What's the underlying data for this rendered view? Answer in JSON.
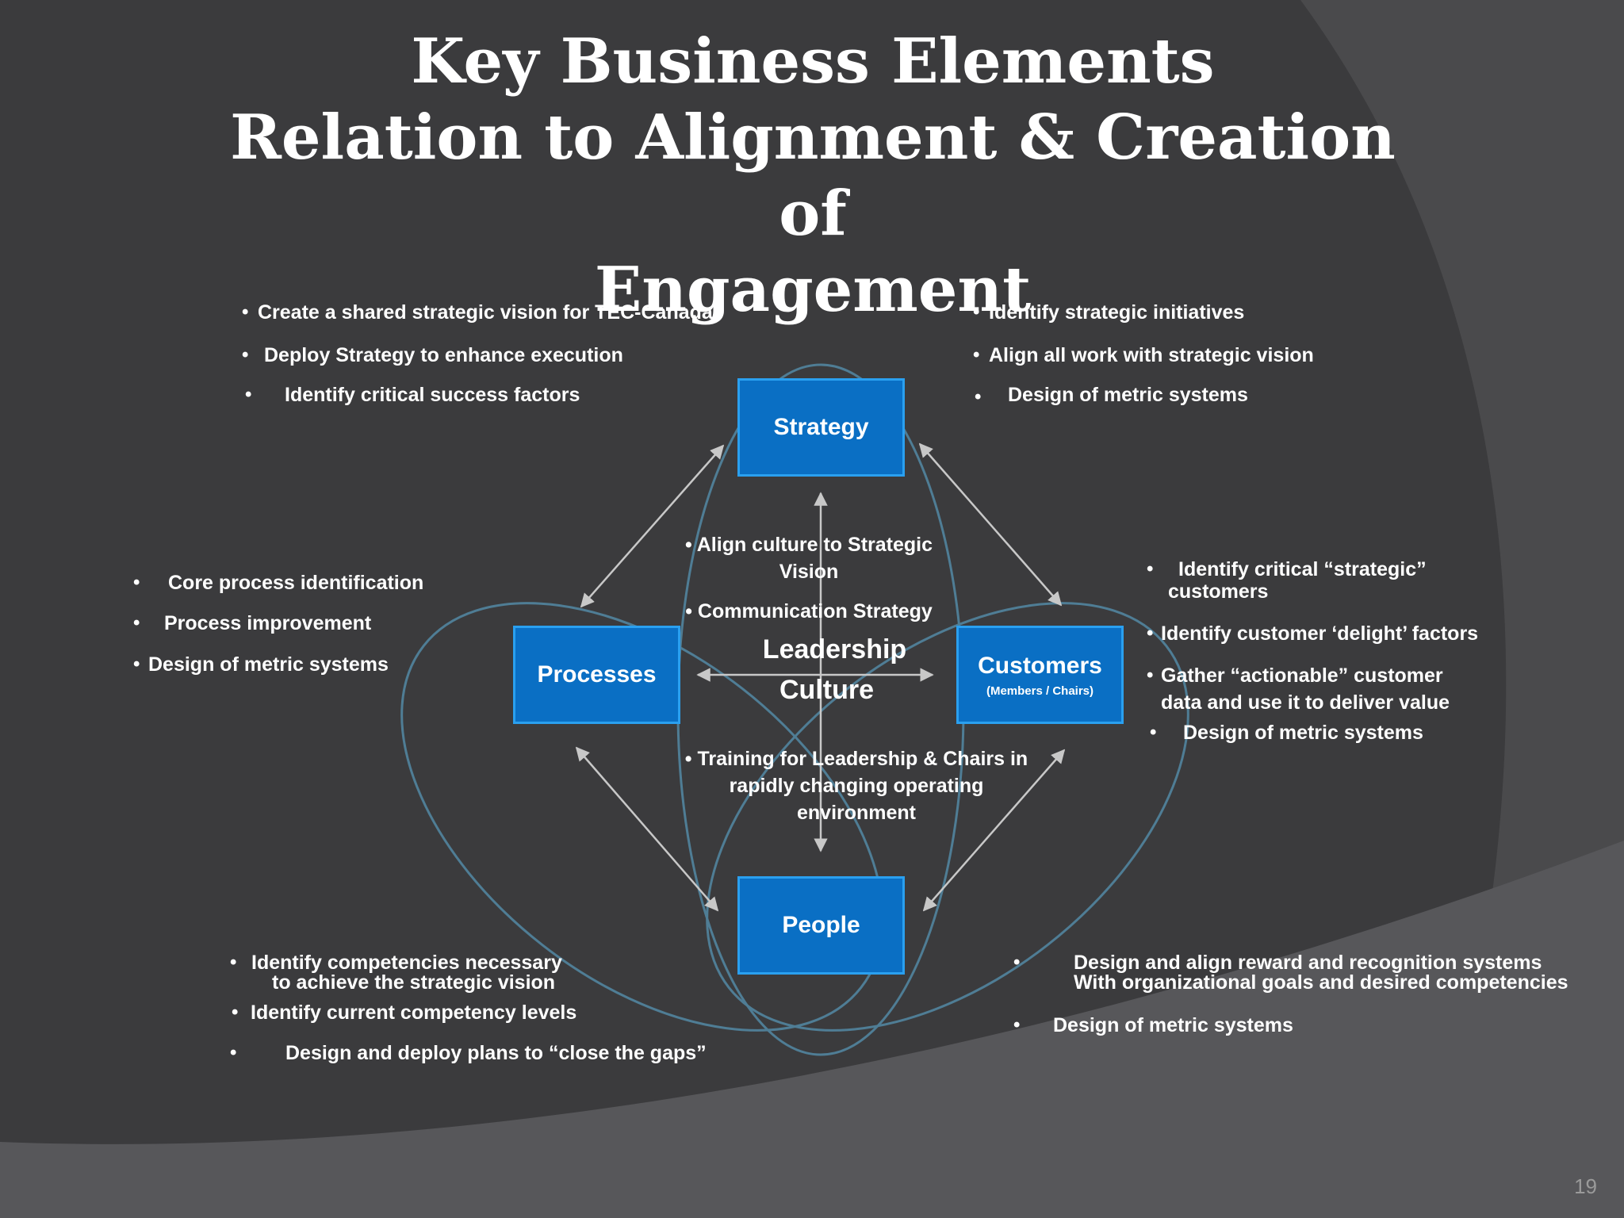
{
  "slide": {
    "title_lines": [
      "Key Business Elements",
      "Relation to Alignment & Creation of",
      "Engagement"
    ],
    "page_number": "19"
  },
  "nodes": {
    "strategy": "Strategy",
    "processes": "Processes",
    "customers": "Customers",
    "customers_sub": "(Members / Chairs)",
    "people": "People"
  },
  "center": {
    "leadership": "Leadership",
    "culture": "Culture",
    "item_1_line_1": "Align culture to Strategic",
    "item_1_line_2": "Vision",
    "item_2": "Communication Strategy",
    "item_3_line_1": "Training for Leadership & Chairs in",
    "item_3_line_2": "rapidly changing operating",
    "item_3_line_3": "environment"
  },
  "strategy_left": [
    "Create a shared strategic vision for TEC-Canada",
    "Deploy Strategy to enhance execution",
    "Identify critical success factors"
  ],
  "strategy_right": [
    "Identify strategic initiatives",
    "Align all work with strategic vision",
    "Design of metric systems"
  ],
  "processes_list": [
    "Core process identification",
    "Process improvement",
    "Design of metric systems"
  ],
  "customers_list": {
    "item_1_line_1": "Identify critical “strategic”",
    "item_1_line_2": "customers",
    "item_2": "Identify customer ‘delight’ factors",
    "item_3_line_1": "Gather “actionable” customer",
    "item_3_line_2": "data and use it to deliver value",
    "item_4": "Design of metric systems"
  },
  "people_left": {
    "item_1_line_1": "Identify competencies necessary",
    "item_1_line_2": "to achieve the strategic vision",
    "item_2": "Identify current competency levels",
    "item_3": "Design and deploy plans to “close the gaps”"
  },
  "people_right": {
    "item_1_line_1": "Design and align reward and recognition systems",
    "item_1_line_2": "With organizational goals and desired competencies",
    "item_2": "Design of metric systems"
  },
  "colors": {
    "background": "#3b3b3d",
    "node_fill": "#0a6fc4",
    "node_border": "#2aa0f0",
    "ellipse_stroke": "#4f7d95",
    "arrow": "#c8c8c8"
  }
}
